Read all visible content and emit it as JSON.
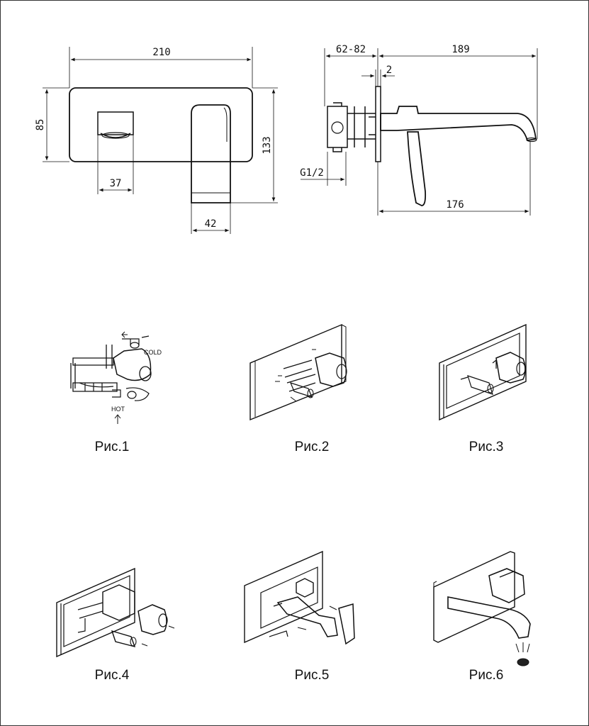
{
  "front_view": {
    "dim_width": "210",
    "dim_height": "85",
    "dim_total_height": "133",
    "dim_outlet_offset": "37",
    "dim_spout_width": "42"
  },
  "side_view": {
    "dim_wall_range": "62-82",
    "dim_total_length": "189",
    "dim_plate": "2",
    "dim_thread": "G1/2",
    "dim_spout_length": "176"
  },
  "fig1": {
    "caption": "Рис.1",
    "label_cold": "COLD",
    "label_hot": "HOT"
  },
  "fig2": {
    "caption": "Рис.2"
  },
  "fig3": {
    "caption": "Рис.3"
  },
  "fig4": {
    "caption": "Рис.4"
  },
  "fig5": {
    "caption": "Рис.5"
  },
  "fig6": {
    "caption": "Рис.6"
  }
}
